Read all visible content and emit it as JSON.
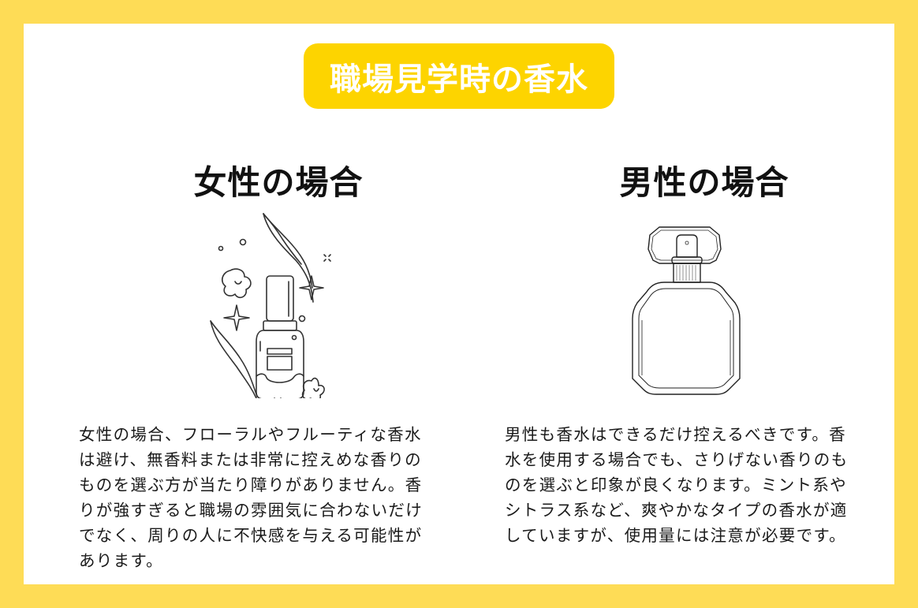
{
  "title": "職場見学時の香水",
  "colors": {
    "background": "#FEDC56",
    "panel": "#FFFFFF",
    "title_pill": "#FDD400",
    "title_text": "#FFFFFF",
    "heading_text": "#111111",
    "body_text": "#1A1A1A",
    "line_art": "#333333"
  },
  "sections": [
    {
      "heading": "女性の場合",
      "illustration": "nail-polish-bottle-with-flowers-and-sparkles-icon",
      "body": "女性の場合、フローラルやフルーティな香水は避け、無香料または非常に控えめな香りのものを選ぶ方が当たり障りがありません。香りが強すぎると職場の雰囲気に合わないだけでなく、周りの人に不快感を与える可能性があります。"
    },
    {
      "heading": "男性の場合",
      "illustration": "perfume-bottle-icon",
      "body": "男性も香水はできるだけ控えるべきです。香水を使用する場合でも、さりげない香りのものを選ぶと印象が良くなります。ミント系やシトラス系など、爽やかなタイプの香水が適していますが、使用量には注意が必要です。"
    }
  ]
}
